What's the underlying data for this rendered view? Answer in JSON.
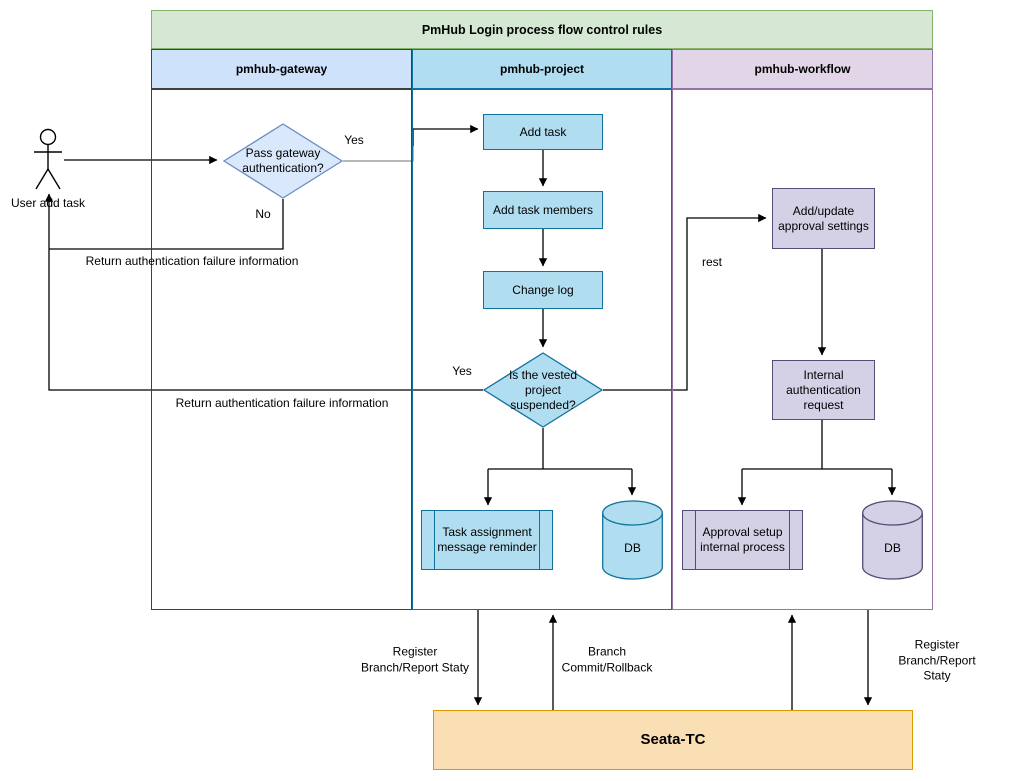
{
  "title": "PmHub Login process flow control rules",
  "lanes": [
    {
      "label": "pmhub-gateway"
    },
    {
      "label": "pmhub-project"
    },
    {
      "label": "pmhub-workflow"
    }
  ],
  "actor": {
    "label": "User add task"
  },
  "nodes": {
    "gateway_decision": "Pass gateway authentication?",
    "add_task": "Add task",
    "add_task_members": "Add task members",
    "change_log": "Change log",
    "project_decision": "Is the vested project suspended?",
    "task_reminder": "Task assignment message reminder",
    "project_db": "DB",
    "approval_settings": "Add/update approval settings",
    "internal_auth": "Internal authentication request",
    "approval_process": "Approval setup internal process",
    "workflow_db": "DB",
    "seata_tc": "Seata-TC"
  },
  "edge_labels": {
    "yes_gateway": "Yes",
    "no_gateway": "No",
    "yes_project": "Yes",
    "rest": "rest",
    "return_failure_top": "Return authentication failure information",
    "return_failure_bottom": "Return authentication failure information",
    "register_branch_left": "Register\nBranch/Report Staty",
    "branch_commit": "Branch\nCommit/Rollback",
    "register_branch_right": "Register\nBranch/Report Staty"
  },
  "colors": {
    "title_fill": "#d5e8d4",
    "title_stroke": "#82b366",
    "gateway_header_fill": "#cfe2fb",
    "gateway_stroke": "#404040",
    "project_fill": "#b1ddf0",
    "project_stroke": "#10739e",
    "workflow_header_fill": "#e1d5e7",
    "workflow_stroke": "#9673a6",
    "workflow_node_fill": "#d4d0e6",
    "workflow_node_stroke": "#544d77",
    "decision_fill": "#dae8fc",
    "decision_stroke": "#6c8ebf",
    "seata_fill": "#fadfb5",
    "seata_stroke": "#d79b00",
    "edge_color": "#000000"
  }
}
